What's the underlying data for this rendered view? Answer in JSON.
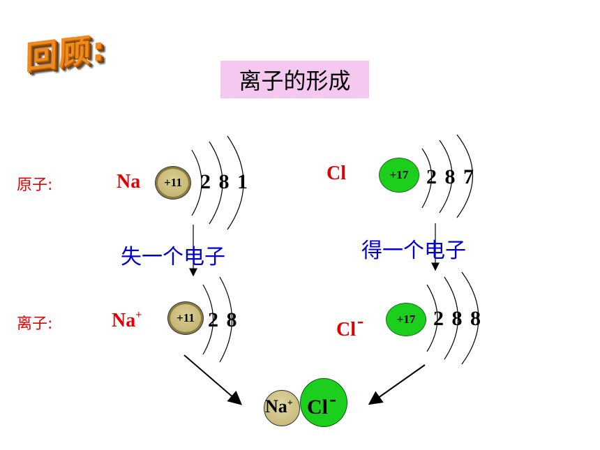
{
  "logo_text": "回顾:",
  "title": "离子的形成",
  "atom_row_label": "原子:",
  "ion_row_label": "离子:",
  "na_atom": {
    "symbol": "Na",
    "nucleus": "+11",
    "electrons": "2 8 1",
    "color": "#e00000"
  },
  "cl_atom": {
    "symbol": "Cl",
    "nucleus": "+17",
    "electrons": "2 8 7",
    "color": "#e00000"
  },
  "na_ion": {
    "symbol": "Na",
    "charge": "+",
    "nucleus": "+11",
    "electrons": "2 8"
  },
  "cl_ion": {
    "symbol": "Cl",
    "charge": "-",
    "nucleus": "+17",
    "electrons": "2 8 8"
  },
  "na_action": "失一个电子",
  "cl_action": "得一个电子",
  "product": {
    "na_symbol": "Na",
    "na_charge": "+",
    "cl_symbol": "Cl",
    "cl_charge": "-"
  },
  "colors": {
    "label_red": "#e00000",
    "action_blue": "#0000cc",
    "na_nucleus": "#c8b878",
    "cl_nucleus": "#1ccf1c",
    "title_bg": "#f5c8f0"
  }
}
